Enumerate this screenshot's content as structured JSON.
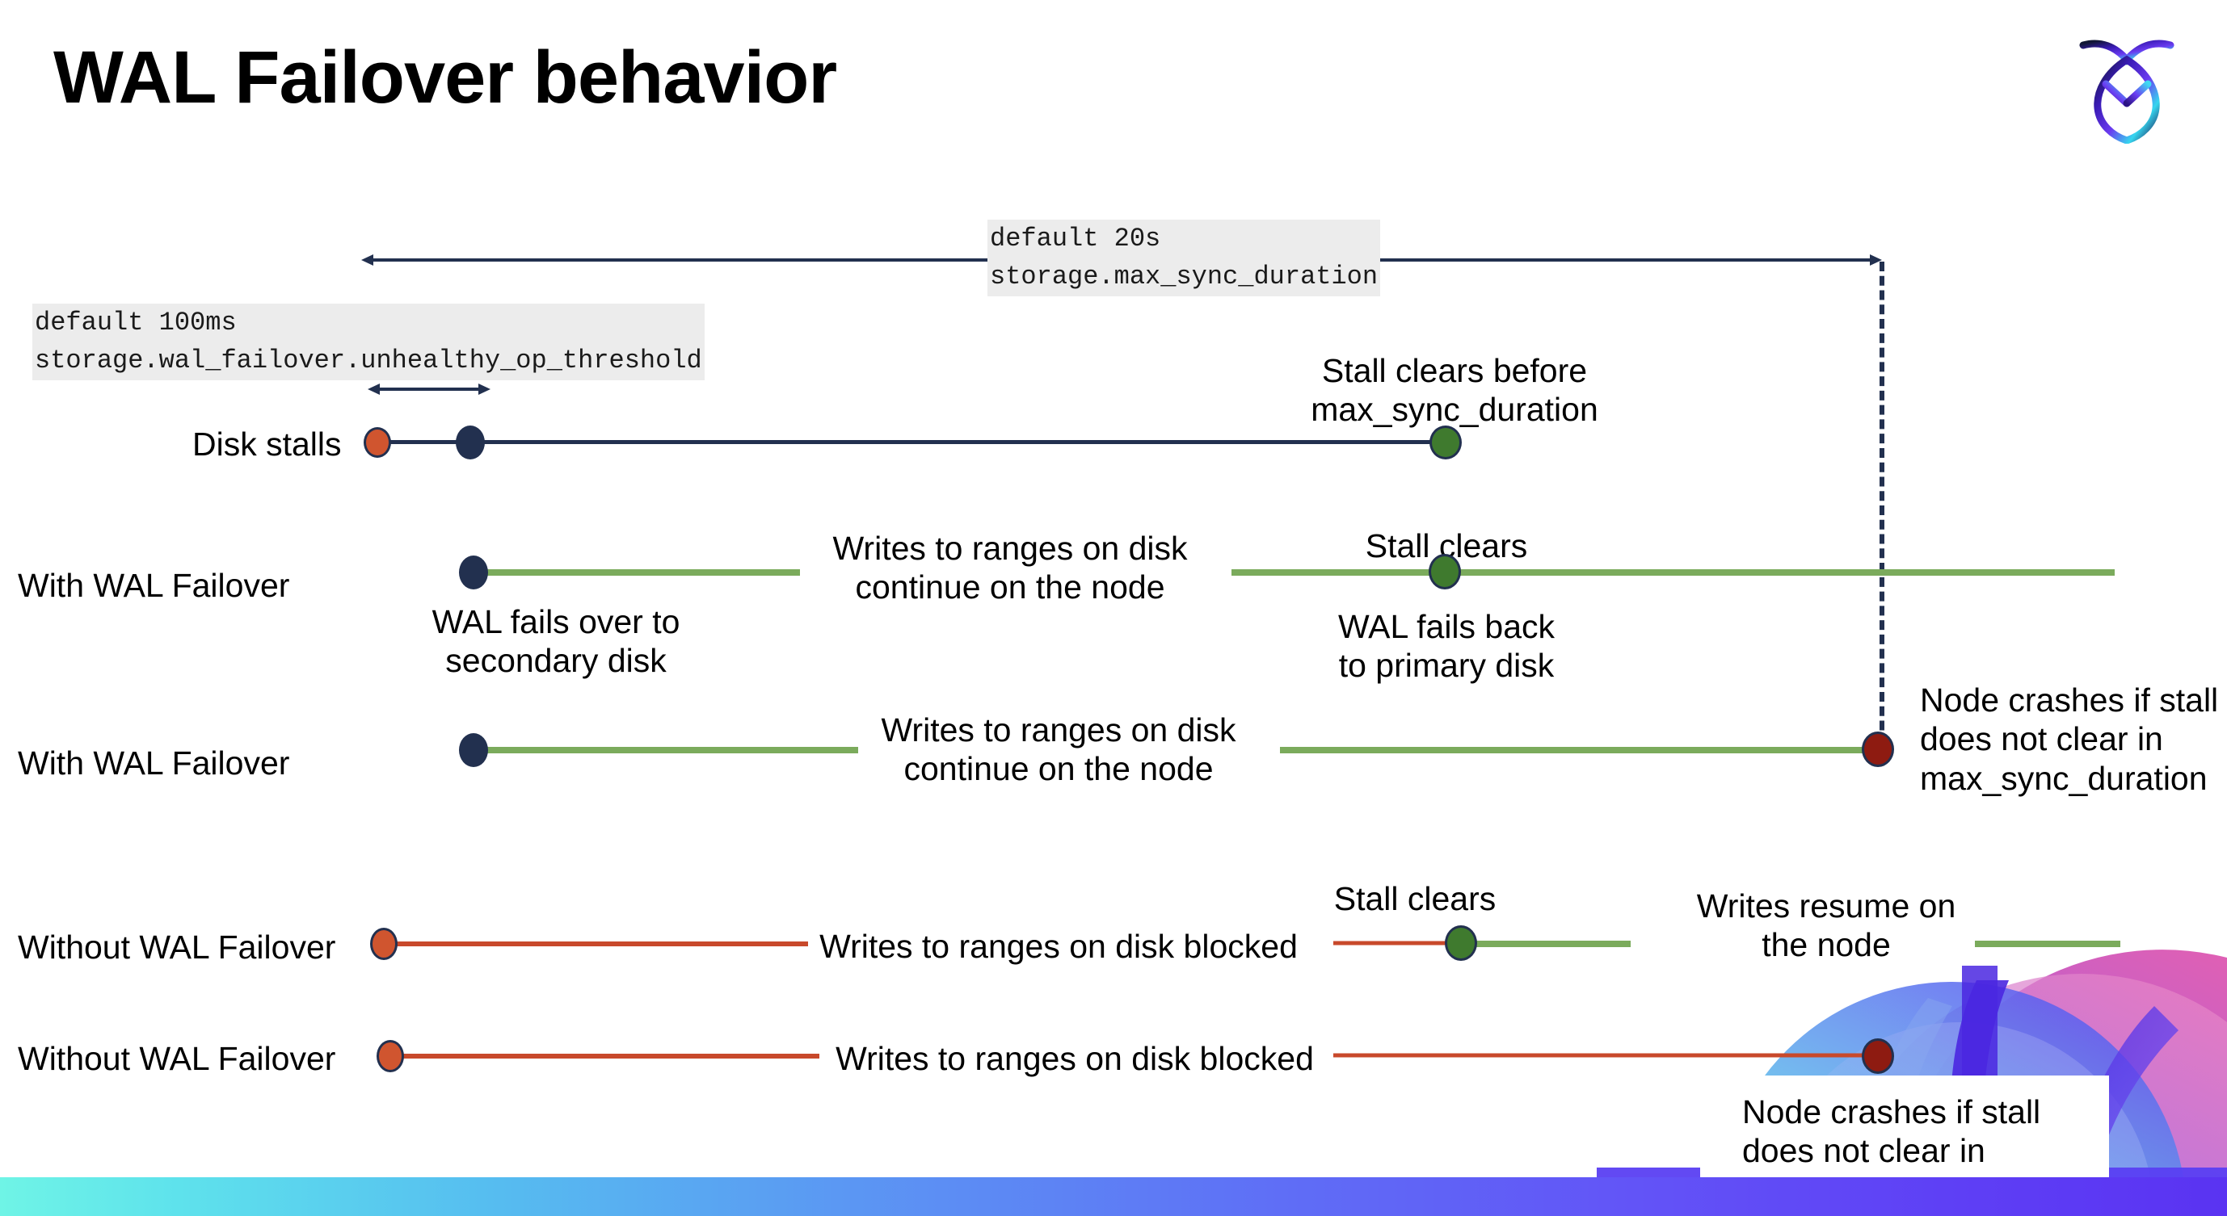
{
  "slide": {
    "title": "WAL Failover behavior",
    "logo_name": "cockroachdb-logo"
  },
  "annotations": {
    "max_sync": {
      "line1": "default 20s",
      "line2": "storage.max_sync_duration"
    },
    "unhealthy_threshold": {
      "line1": "default 100ms",
      "line2": "storage.wal_failover.unhealthy_op_threshold"
    }
  },
  "rows": [
    {
      "id": "disk-stalls",
      "label": "Disk stalls",
      "callout_above": "Stall clears before\nmax_sync_duration"
    },
    {
      "id": "with-wal-failover-1",
      "label": "With WAL Failover",
      "callout_mid": "Writes to ranges on disk\ncontinue on the node",
      "callout_above_right": "Stall clears",
      "callout_below_left": "WAL fails over to\nsecondary disk",
      "callout_below_right": "WAL fails  back\nto primary disk"
    },
    {
      "id": "with-wal-failover-2",
      "label": "With WAL Failover",
      "callout_mid": "Writes to ranges on disk\ncontinue on the node",
      "callout_right": "Node crashes if stall\ndoes not clear in\nmax_sync_duration"
    },
    {
      "id": "without-wal-failover-1",
      "label": "Without WAL Failover",
      "callout_mid": "Writes to ranges on disk  blocked",
      "callout_above_right": "Stall clears",
      "callout_far_right": "Writes resume on\nthe node"
    },
    {
      "id": "without-wal-failover-2",
      "label": "Without WAL Failover",
      "callout_mid": "Writes to ranges on disk  blocked",
      "callout_below_right": "Node crashes if stall\ndoes not clear in\nmax_sync_duration"
    }
  ],
  "colors": {
    "navy": "#22304f",
    "green_line": "#7bab5c",
    "green_dot": "#3f7a2e",
    "orange_dot": "#d0552f",
    "red_line": "#c8492b",
    "dark_red_dot": "#8e1b11",
    "code_chip_bg": "#ececec",
    "band_start": "#6ff4e6",
    "band_end": "#5a33f2"
  }
}
